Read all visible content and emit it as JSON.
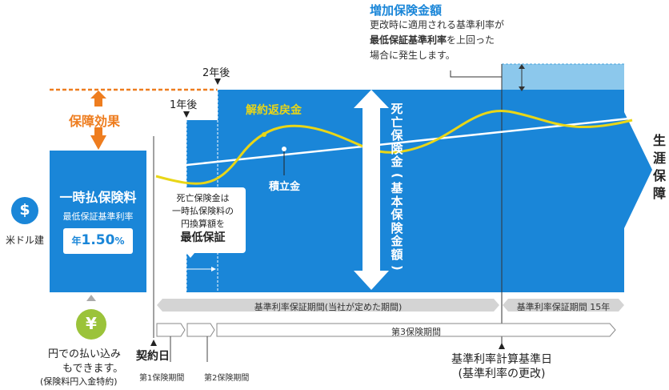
{
  "increase_note": {
    "title": "増加保険金額",
    "line1": "更改時に適用される基準利率が",
    "line2_bold": "最低保証基準利率",
    "line2_rest": "を上回った",
    "line3": "場合に発生します。"
  },
  "markers": {
    "two_years": "2年後",
    "one_year": "1年後"
  },
  "hoshou_kouka": "保障効果",
  "premium_box": {
    "title": "一時払保険料",
    "subtitle": "最低保証基準利率",
    "rate_prefix": "年",
    "rate_value": "1.50",
    "rate_unit": "%"
  },
  "currency": {
    "dollar_symbol": "$",
    "dollar_label": "米ドル建",
    "yen_symbol": "¥"
  },
  "yen_note": {
    "line1": "円での払い込み",
    "line2": "もできます。",
    "line3": "(保険料円入金特約)"
  },
  "death_min_note": {
    "line1": "死亡保険金は",
    "line2": "一時払保険料の",
    "line3": "円換算額を",
    "line4": "最低保証"
  },
  "surrender_label": "解約返戻金",
  "reserve_label": "積立金",
  "death_benefit_label": [
    "死",
    "亡",
    "保",
    "険",
    "金",
    "(",
    "基",
    "本",
    "保",
    "険",
    "金",
    "額",
    ")"
  ],
  "lifetime_label": [
    "生",
    "涯",
    "保",
    "障"
  ],
  "periods": {
    "guarantee_period": "基準利率保証期間(当社が定めた期間)",
    "guarantee_15": "基準利率保証期間 15年",
    "third_period": "第3保険期間",
    "first_period": "第1保険期間",
    "second_period": "第2保険期間"
  },
  "contract_day": "契約日",
  "calc_date": {
    "line1": "基準利率計算基準日",
    "line2": "(基準利率の更改)"
  },
  "colors": {
    "blue": "#1a86d8",
    "light_blue": "#8cc8ec",
    "orange": "#ee7d1f",
    "yellow": "#e9d617",
    "green": "#9bc33a",
    "gray": "#d4d4d4"
  }
}
